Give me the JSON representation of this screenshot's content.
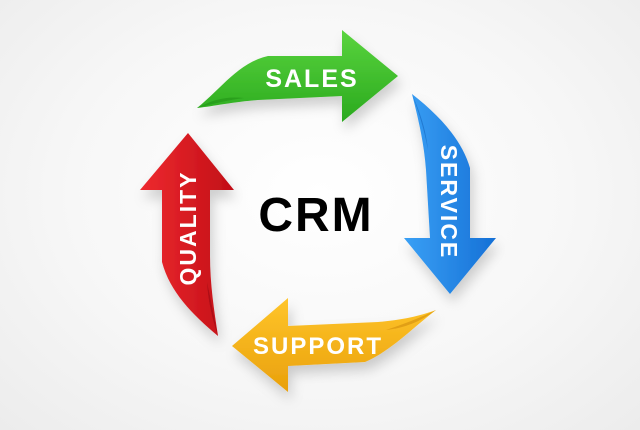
{
  "diagram": {
    "center_label": "CRM",
    "steps": [
      {
        "label": "SALES",
        "color": "#3cc22a",
        "direction": "right"
      },
      {
        "label": "SERVICE",
        "color": "#1f86e8",
        "direction": "down"
      },
      {
        "label": "SUPPORT",
        "color": "#f5b014",
        "direction": "left"
      },
      {
        "label": "QUALITY",
        "color": "#e0141c",
        "direction": "up"
      }
    ],
    "text_color": "#000000"
  }
}
